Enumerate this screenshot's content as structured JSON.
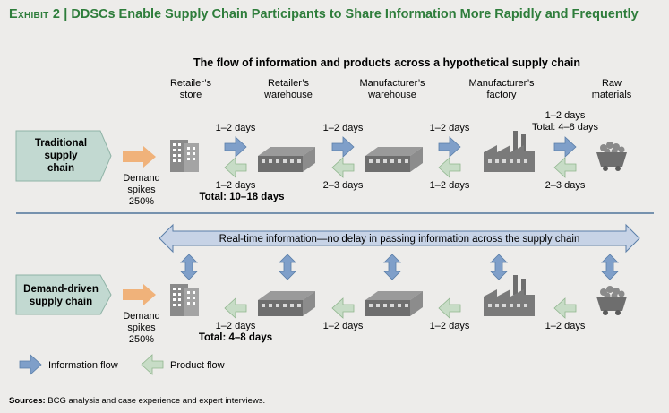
{
  "header": {
    "exhibit_label": "Exhibit 2",
    "separator": "|",
    "title": "DDSCs Enable Supply Chain Participants to Share Information More Rapidly and Frequently"
  },
  "subtitle": "The flow of information and products across a hypothetical supply chain",
  "columns": [
    {
      "line1": "Retailer’s",
      "line2": "store",
      "icon": "store-icon"
    },
    {
      "line1": "Retailer’s",
      "line2": "warehouse",
      "icon": "warehouse-icon"
    },
    {
      "line1": "Manufacturer’s",
      "line2": "warehouse",
      "icon": "warehouse-icon"
    },
    {
      "line1": "Manufacturer’s",
      "line2": "factory",
      "icon": "factory-icon"
    },
    {
      "line1": "Raw",
      "line2": "materials",
      "icon": "mining-cart-icon"
    }
  ],
  "traditional": {
    "label": [
      "Traditional",
      "supply",
      "chain"
    ],
    "demand": [
      "Demand",
      "spikes",
      "250%"
    ],
    "info_days": [
      "1–2 days",
      "1–2 days",
      "1–2 days",
      "1–2 days"
    ],
    "product_days": [
      "1–2 days",
      "2–3 days",
      "1–2 days",
      "2–3 days"
    ],
    "info_total": "Total: 4–8 days",
    "product_total": "Total: 10–18 days"
  },
  "demand_driven": {
    "label": [
      "Demand-driven",
      "supply chain"
    ],
    "demand": [
      "Demand",
      "spikes",
      "250%"
    ],
    "realtime_banner": "Real-time information—no delay in passing information across the supply chain",
    "product_days": [
      "1–2 days",
      "1–2 days",
      "1–2 days",
      "1–2 days"
    ],
    "product_total": "Total: 4–8 days"
  },
  "legend": {
    "info_label": "Information flow",
    "product_label": "Product flow"
  },
  "footnote": {
    "prefix": "Sources:",
    "text": " BCG analysis and case experience and expert interviews."
  },
  "colors": {
    "header": "#2e7d3b",
    "info_arrow": "#7f9fc9",
    "product_arrow": "#c7dcc6",
    "demand_arrow": "#f0b27a",
    "label_box": "#c2d9d1",
    "banner": "#c7d3e6",
    "icons": "#7a7a7a",
    "divider": "#2f5c8a"
  }
}
